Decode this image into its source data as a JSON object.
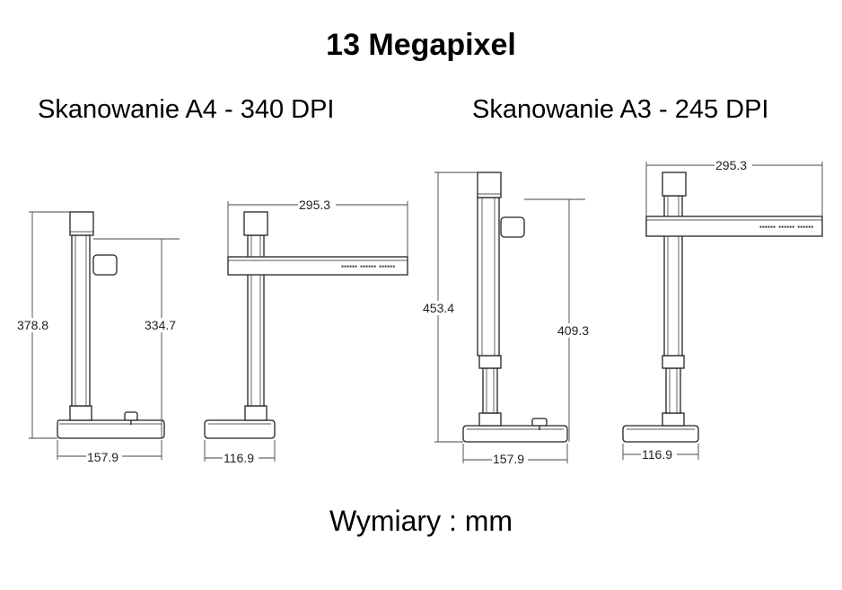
{
  "header": {
    "title": "13 Megapixel"
  },
  "subtitles": {
    "a4": "Skanowanie A4 - 340 DPI",
    "a3": "Skanowanie A3 - 245 DPI"
  },
  "dimensions": {
    "a4_side": {
      "height_total": "378.8",
      "height_arm": "334.7",
      "base_width": "157.9"
    },
    "a4_front": {
      "arm_width": "295.3",
      "base_width": "116.9"
    },
    "a3_side": {
      "height_total": "453.4",
      "height_arm": "409.3",
      "base_width": "157.9"
    },
    "a3_front": {
      "arm_width": "295.3",
      "base_width": "116.9"
    }
  },
  "footer": {
    "units": "Wymiary : mm"
  },
  "colors": {
    "line": "#222222",
    "fill": "#ffffff"
  }
}
